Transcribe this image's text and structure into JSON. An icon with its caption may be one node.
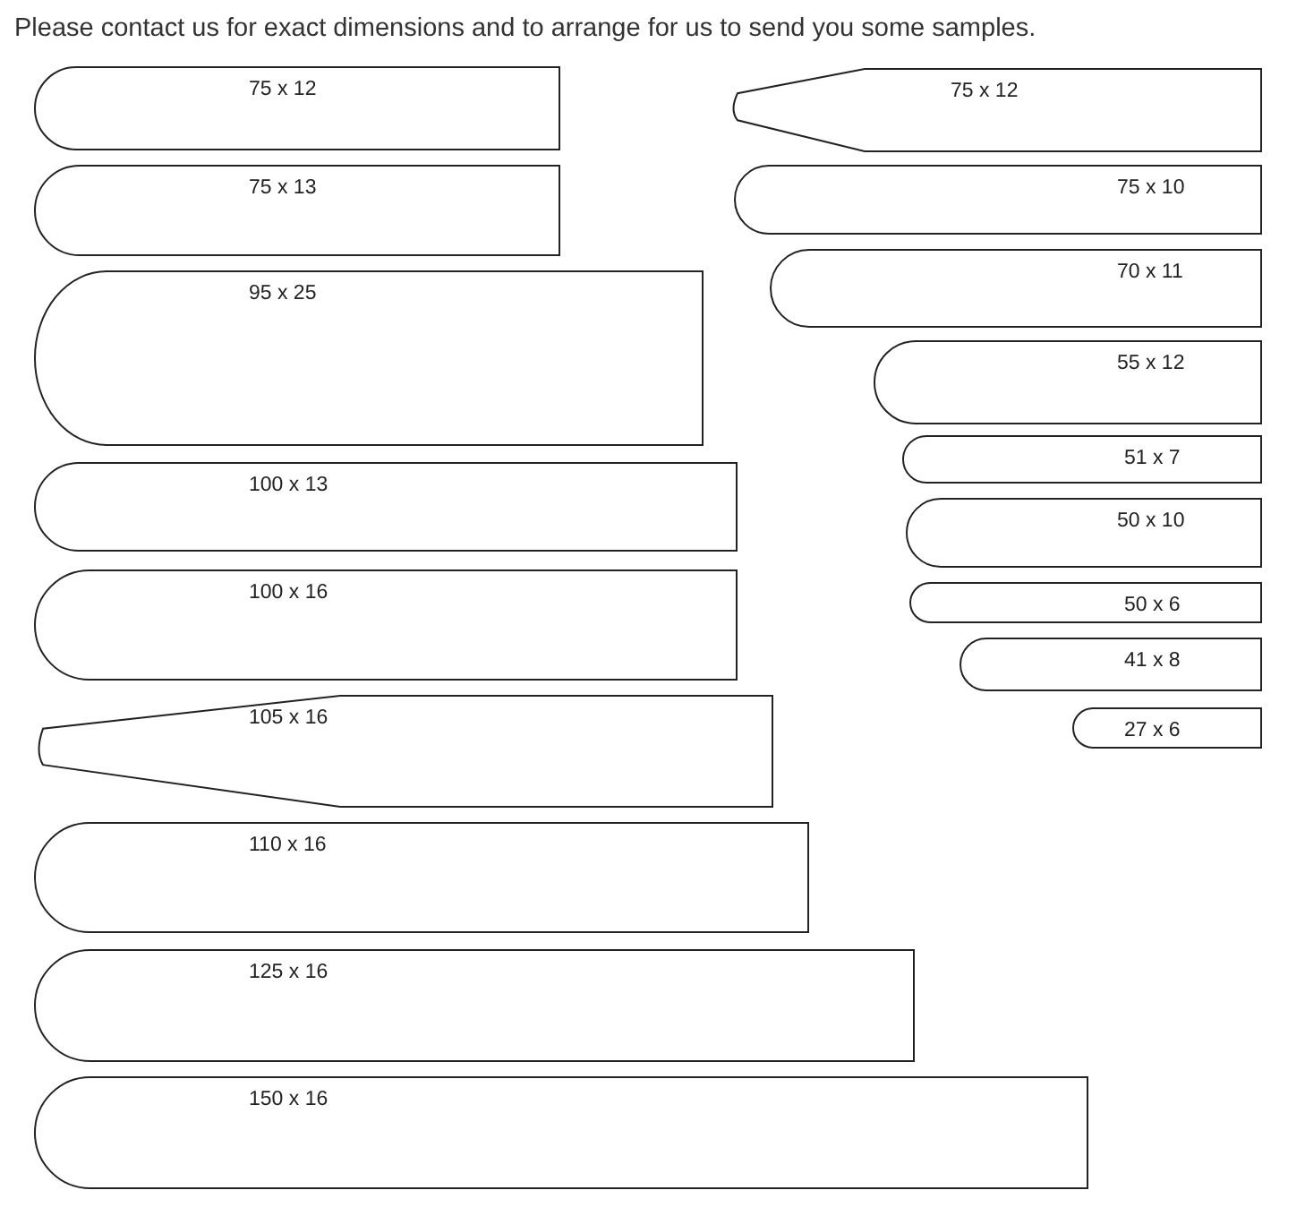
{
  "diagram": {
    "title": "Please contact us for exact dimensions and to arrange for us to send you some samples.",
    "nodes": [
      {
        "text": [
          "75 x 12"
        ]
      },
      {
        "text": [
          "75 x 13"
        ]
      },
      {
        "text": [
          "95 x 25"
        ]
      },
      {
        "text": [
          "100 x 13"
        ]
      },
      {
        "text": [
          "100 x 16"
        ]
      },
      {
        "text": [
          "105 x 16"
        ]
      },
      {
        "text": [
          "110 x 16"
        ]
      },
      {
        "text": [
          "125 x 16"
        ]
      },
      {
        "text": [
          "150 x 16"
        ]
      },
      {
        "text": [
          "75 x 12"
        ]
      },
      {
        "text": [
          "75 x 10"
        ]
      },
      {
        "text": [
          "70 x 11"
        ]
      },
      {
        "text": [
          "55 x 12"
        ]
      },
      {
        "text": [
          "51 x 7"
        ]
      },
      {
        "text": [
          "50 x 10"
        ]
      },
      {
        "text": [
          "50 x 6"
        ]
      },
      {
        "text": [
          "41 x 8"
        ]
      },
      {
        "text": [
          "27 x 6"
        ]
      }
    ],
    "edges": []
  }
}
